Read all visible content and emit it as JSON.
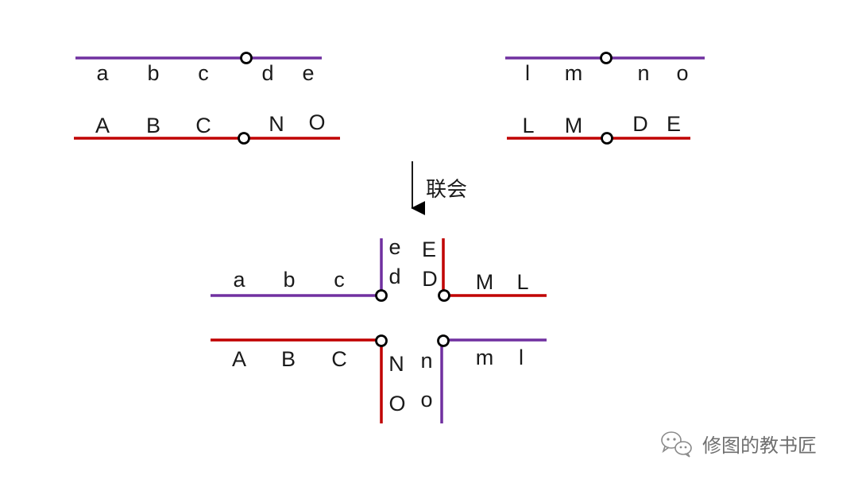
{
  "colors": {
    "purple_line": "#7030a0",
    "red_line": "#c00000",
    "node_fill": "#ffffff",
    "node_stroke": "#000000",
    "text": "#1a1a1a",
    "watermark": "#6f6f6f"
  },
  "top_left": {
    "upper_labels": [
      "a",
      "b",
      "c",
      "d",
      "e"
    ],
    "lower_labels": [
      "A",
      "B",
      "C",
      "N",
      "O"
    ]
  },
  "top_right": {
    "upper_labels": [
      "l",
      "m",
      "n",
      "o"
    ],
    "lower_labels": [
      "L",
      "M",
      "D",
      "E"
    ]
  },
  "arrow": {
    "label": "联会",
    "icon": "down-arrow-icon"
  },
  "cross": {
    "top_left_labels": [
      "a",
      "b",
      "c"
    ],
    "top_vertical_left_labels": [
      "e",
      "d"
    ],
    "top_vertical_right_labels": [
      "E",
      "D"
    ],
    "top_right_labels": [
      "M",
      "L"
    ],
    "bottom_left_labels": [
      "A",
      "B",
      "C"
    ],
    "bottom_vertical_left_labels": [
      "N",
      "O"
    ],
    "bottom_vertical_right_labels": [
      "n",
      "o"
    ],
    "bottom_right_labels": [
      "m",
      "l"
    ]
  },
  "watermark": {
    "text": "修图的教书匠",
    "icon": "wechat-icon"
  }
}
